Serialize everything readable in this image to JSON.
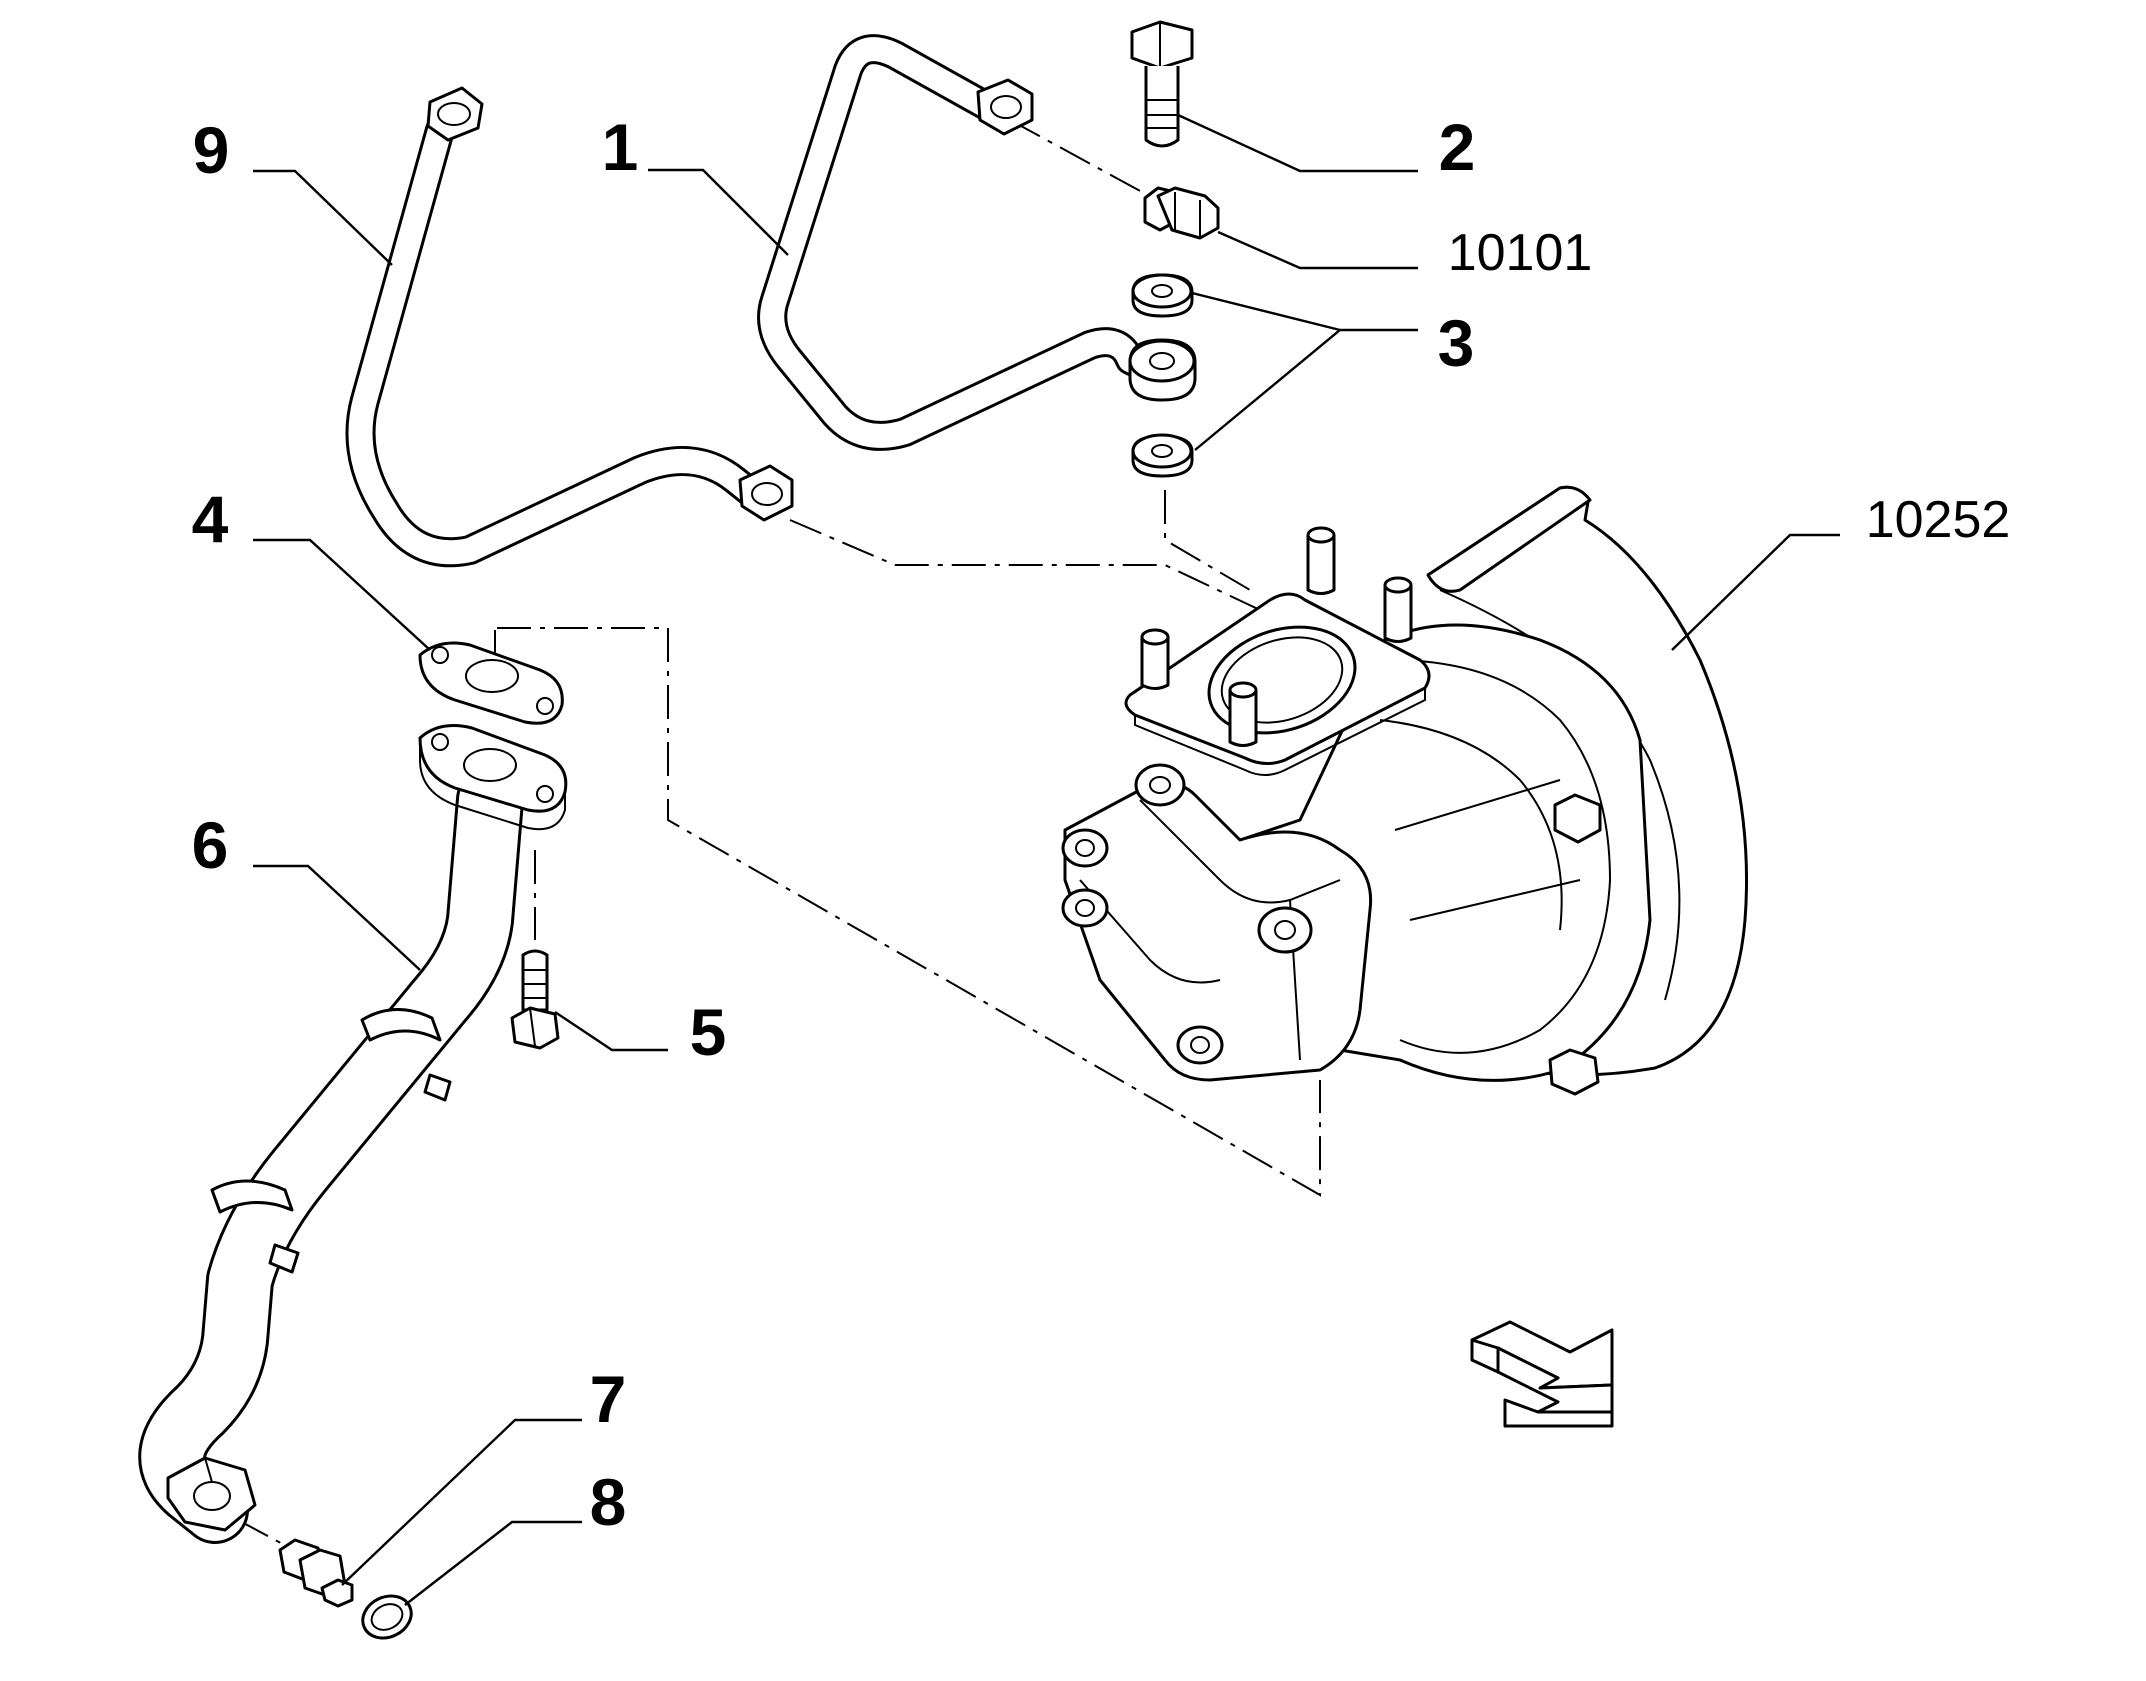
{
  "diagram": {
    "labels": {
      "l1": "1",
      "l2": "2",
      "l3": "3",
      "l4": "4",
      "l5": "5",
      "l6": "6",
      "l7": "7",
      "l8": "8",
      "l9": "9",
      "l10101": "10101",
      "l10252": "10252"
    }
  }
}
